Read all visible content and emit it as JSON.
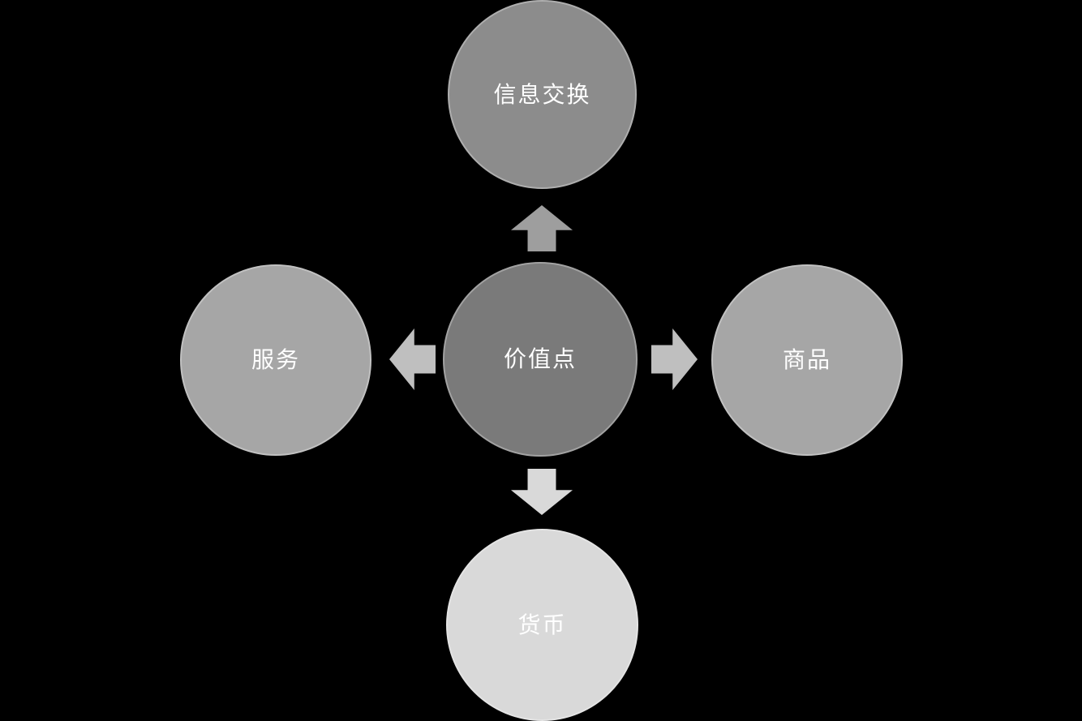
{
  "diagram": {
    "background_color": "#000000",
    "text_color": "#ffffff",
    "nodes": {
      "center": {
        "label": "价值点",
        "color": "#7a7a7a"
      },
      "top": {
        "label": "信息交换",
        "color": "#8c8c8c"
      },
      "left": {
        "label": "服务",
        "color": "#a6a6a6"
      },
      "right": {
        "label": "商品",
        "color": "#a6a6a6"
      },
      "bottom": {
        "label": "货币",
        "color": "#d9d9d9"
      }
    },
    "arrows": {
      "up": {
        "direction": "up",
        "from": "价值点",
        "to": "信息交换",
        "color": "#9e9e9e"
      },
      "left": {
        "direction": "left",
        "from": "价值点",
        "to": "服务",
        "color": "#bfbfbf"
      },
      "right": {
        "direction": "right",
        "from": "价值点",
        "to": "商品",
        "color": "#bfbfbf"
      },
      "down": {
        "direction": "down",
        "from": "价值点",
        "to": "货币",
        "color": "#d9d9d9"
      }
    }
  }
}
